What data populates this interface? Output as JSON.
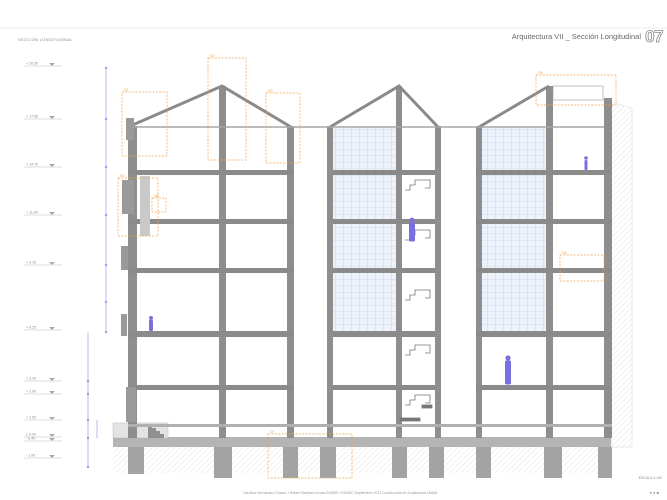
{
  "header": {
    "title": "Arquitectura VII _ Sección Longitudinal",
    "sheet_number": "07"
  },
  "drawing": {
    "section_label": "SECCIÓN LONGITUDINAL",
    "scale_label": "ESCALA 1:100",
    "levels": [
      "+ 20.50",
      "+ 17.50",
      "+ 14.70",
      "+ 11.90",
      "+ 9.10",
      "+ 6.25",
      "+ 3.30",
      "+ 2.00",
      "+ 1.00",
      "± 0.00",
      "- 0.40",
      "- 2.00"
    ],
    "colors": {
      "structure": "#9a9a9a",
      "structure_dark": "#7d7d7d",
      "glazing_grid": "#b7c6e2",
      "human_figures": "#7b6fe0",
      "vertical_dimension_line": "#a39ae8",
      "detail_callouts": "#f0a050"
    },
    "callouts": [
      "D1",
      "D2",
      "D3",
      "D4",
      "D5",
      "D6",
      "D7",
      "D8"
    ]
  },
  "footer": {
    "credits": "Carolina Hernandez Chavez / Rafael Martinez Armas   INGBIO / INGBIO   Septiembre 2011   Construcción III Arquitectura UNAM",
    "logo": "● ●  ■"
  }
}
